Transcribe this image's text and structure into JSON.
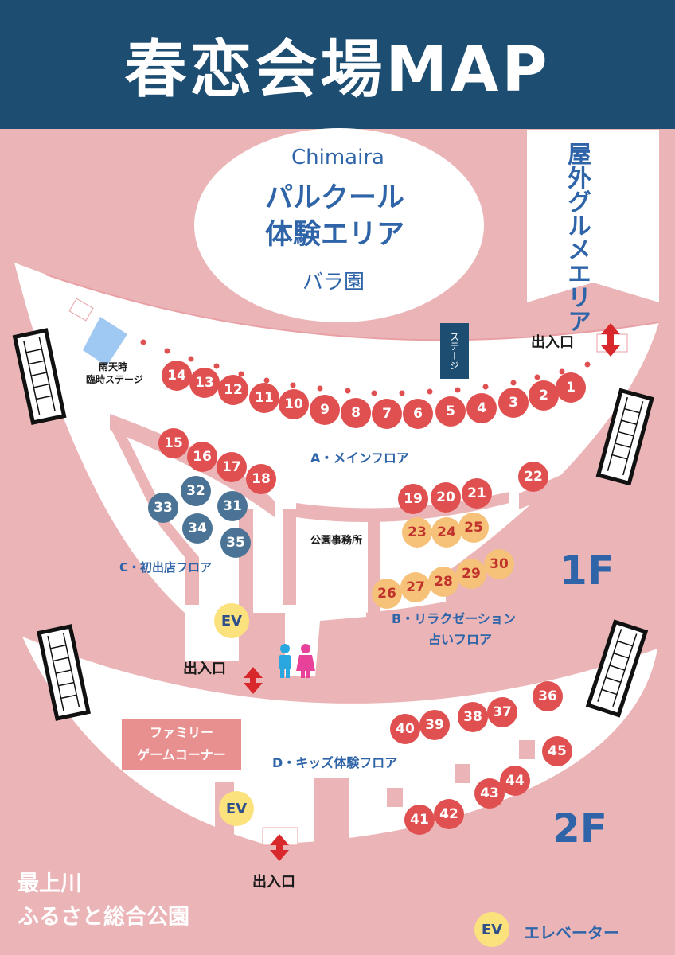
{
  "header": {
    "title": "春恋会場MAP"
  },
  "areas": {
    "parkour_sponsor": "Chimaira",
    "parkour_line1": "パルクール",
    "parkour_line2": "体験エリア",
    "rose_garden": "バラ園",
    "outdoor_gourmet_line1": "屋外グルメ",
    "outdoor_gourmet_line2": "エリア",
    "rain_stage_line1": "雨天時",
    "rain_stage_line2": "臨時ステージ",
    "stage": "ステージ",
    "main_floor": "A・メインフロア",
    "first_shop_floor": "C・初出店フロア",
    "park_office": "公園事務所",
    "relax_floor_line1": "B・リラクゼーション",
    "relax_floor_line2": "占いフロア",
    "family_line1": "ファミリー",
    "family_line2": "ゲームコーナー",
    "kids_floor": "D・キッズ体験フロア"
  },
  "entrances": {
    "label": "出入口"
  },
  "floors": {
    "first": "1F",
    "second": "2F"
  },
  "park": {
    "line1": "最上川",
    "line2": "ふるさと総合公園"
  },
  "legend": {
    "ev": "EV",
    "ev_label": "エレベーター"
  },
  "booths": {
    "main": [
      "1",
      "2",
      "3",
      "4",
      "5",
      "6",
      "7",
      "8",
      "9",
      "10",
      "11",
      "12",
      "13",
      "14",
      "15",
      "16",
      "17",
      "18",
      "19",
      "20",
      "21",
      "22"
    ],
    "first_shop": [
      "31",
      "32",
      "33",
      "34",
      "35"
    ],
    "relax": [
      "23",
      "24",
      "25",
      "26",
      "27",
      "28",
      "29",
      "30"
    ],
    "kids": [
      "36",
      "37",
      "38",
      "39",
      "40",
      "41",
      "42",
      "43",
      "44",
      "45"
    ]
  },
  "colors": {
    "header": "#1d4e72",
    "background": "#ebb5b8",
    "booth_red": "#e05050",
    "booth_blue": "#4a7395",
    "booth_orange": "#f6c27a",
    "label_blue": "#2f65a8"
  }
}
